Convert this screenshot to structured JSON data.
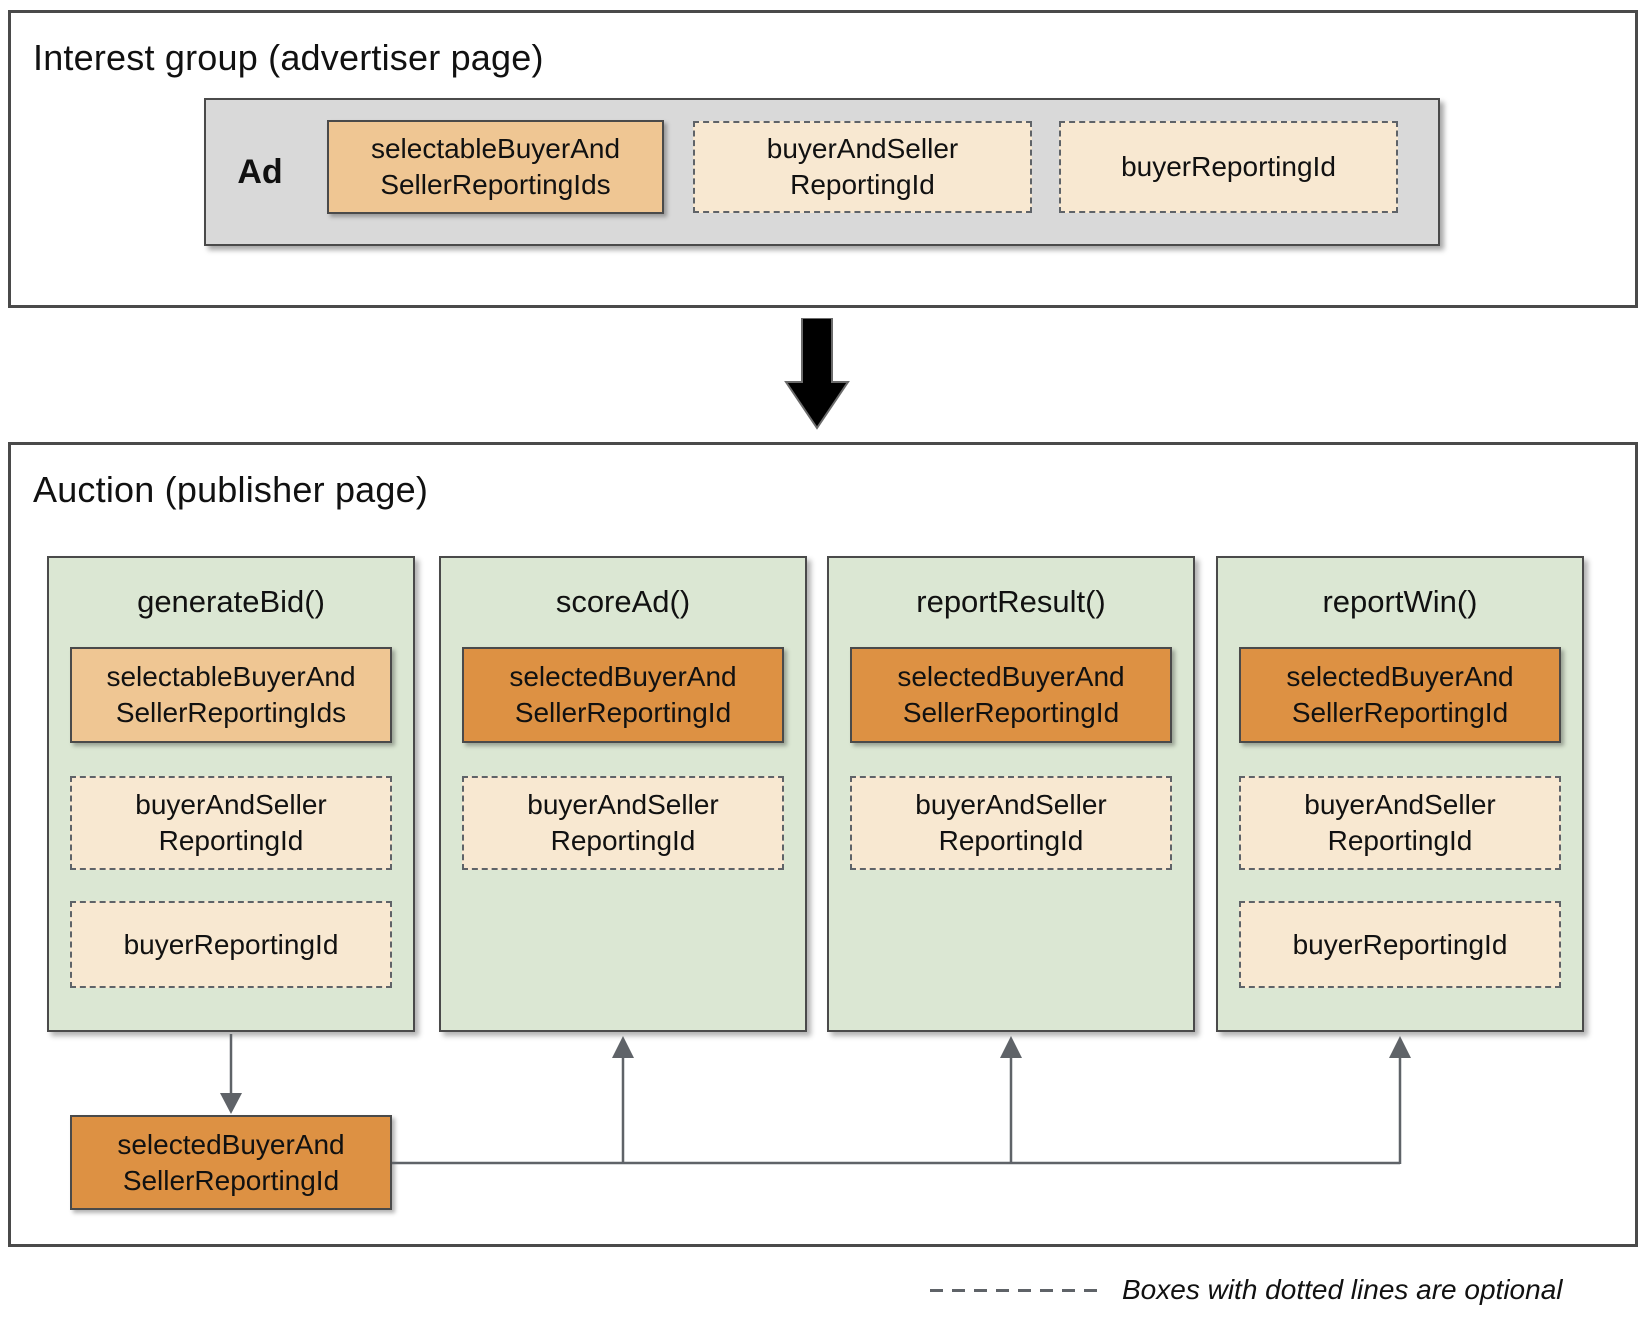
{
  "interest_group": {
    "title": "Interest group (advertiser page)",
    "ad_label": "Ad",
    "boxes": [
      {
        "label": "selectableBuyerAnd\nSellerReportingIds",
        "style": "solid-light",
        "optional": false
      },
      {
        "label": "buyerAndSeller\nReportingId",
        "style": "dashed",
        "optional": true
      },
      {
        "label": "buyerReportingId",
        "style": "dashed",
        "optional": true
      }
    ]
  },
  "auction": {
    "title": "Auction (publisher page)",
    "columns": [
      {
        "title": "generateBid()",
        "boxes": [
          {
            "label": "selectableBuyerAnd\nSellerReportingIds",
            "style": "solid-light",
            "optional": false
          },
          {
            "label": "buyerAndSeller\nReportingId",
            "style": "dashed",
            "optional": true
          },
          {
            "label": "buyerReportingId",
            "style": "dashed",
            "optional": true
          }
        ]
      },
      {
        "title": "scoreAd()",
        "boxes": [
          {
            "label": "selectedBuyerAnd\nSellerReportingId",
            "style": "solid-dark",
            "optional": false
          },
          {
            "label": "buyerAndSeller\nReportingId",
            "style": "dashed",
            "optional": true
          }
        ]
      },
      {
        "title": "reportResult()",
        "boxes": [
          {
            "label": "selectedBuyerAnd\nSellerReportingId",
            "style": "solid-dark",
            "optional": false
          },
          {
            "label": "buyerAndSeller\nReportingId",
            "style": "dashed",
            "optional": true
          }
        ]
      },
      {
        "title": "reportWin()",
        "boxes": [
          {
            "label": "selectedBuyerAnd\nSellerReportingId",
            "style": "solid-dark",
            "optional": false
          },
          {
            "label": "buyerAndSeller\nReportingId",
            "style": "dashed",
            "optional": true
          },
          {
            "label": "buyerReportingId",
            "style": "dashed",
            "optional": true
          }
        ]
      }
    ],
    "selected_output": {
      "label": "selectedBuyerAnd\nSellerReportingId"
    }
  },
  "legend": {
    "text": "Boxes with dotted lines are optional"
  },
  "colors": {
    "light_orange": "#efc693",
    "dark_orange": "#dd9143",
    "cream": "#f8e8d1",
    "green": "#dbe7d3",
    "container_gray": "#d9d9d9",
    "border_dark": "#4a4a4a",
    "connector_gray": "#5f6368"
  }
}
